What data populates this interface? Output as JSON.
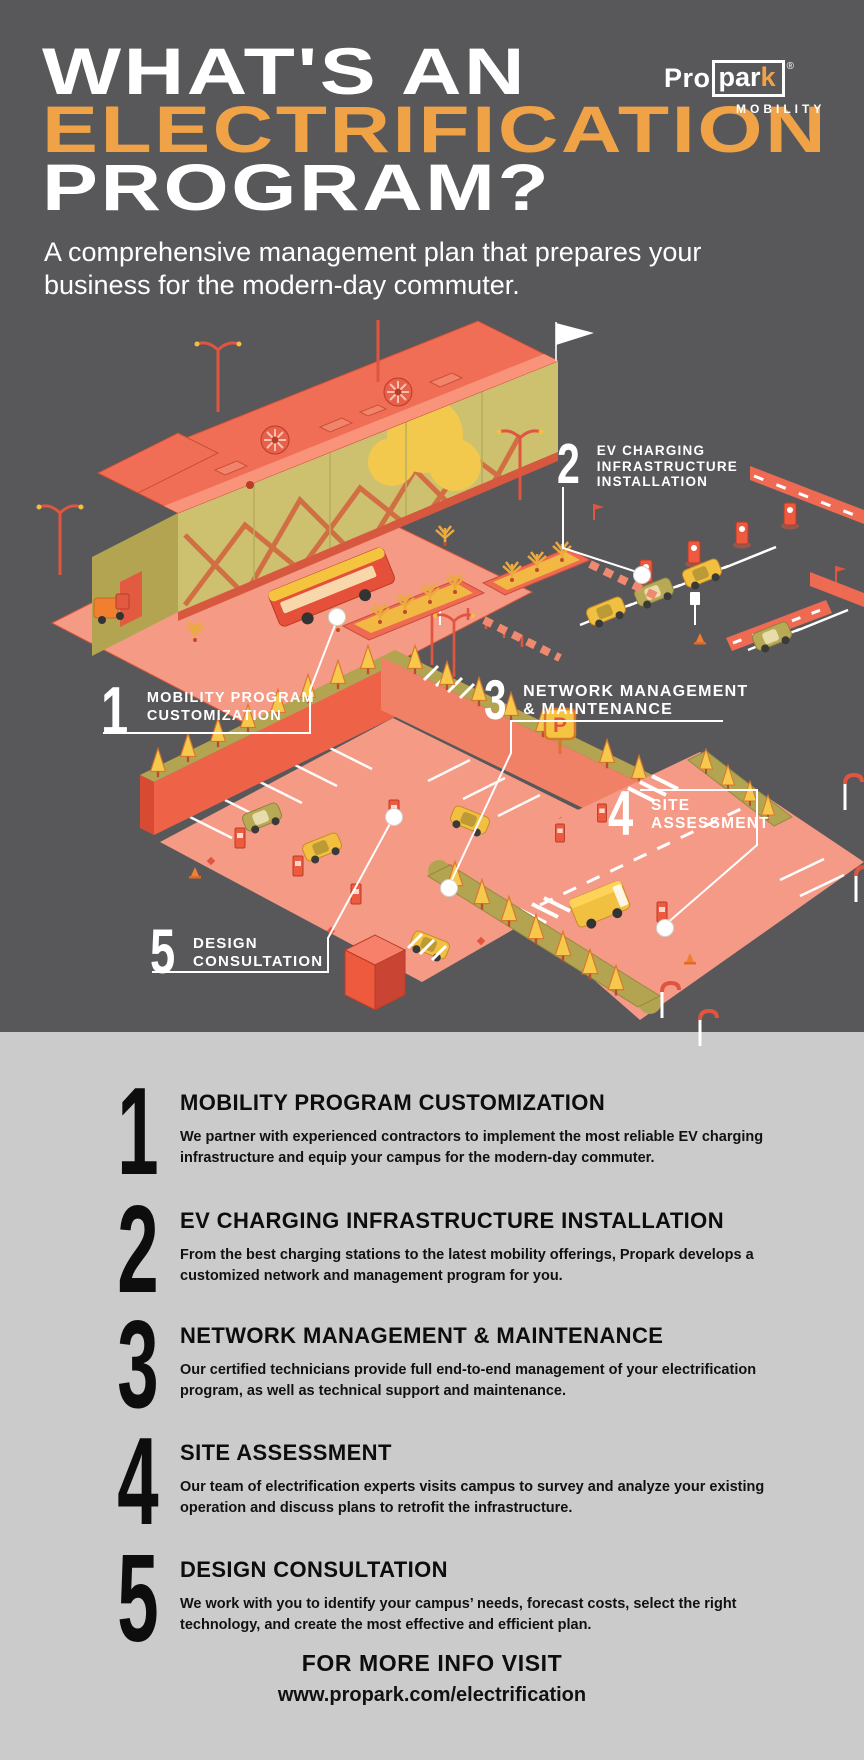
{
  "page": {
    "colors": {
      "dark_bg": "#58575a",
      "light_bg": "#cbcbcb",
      "accent_orange": "#f0a346",
      "coral": "#f59a84",
      "red": "#ee5a3e",
      "deep_red": "#d84a32",
      "olive": "#b3a452",
      "khaki": "#cdc06e",
      "yellow": "#f2c040",
      "white": "#ffffff"
    }
  },
  "header": {
    "title_line1": "WHAT'S AN",
    "title_line2": "ELECTRIFICATION",
    "title_line3": "PROGRAM?",
    "subtitle_line1": "A comprehensive management plan that prepares your",
    "subtitle_line2": "business for the modern-day commuter.",
    "logo": {
      "pro": "Pro",
      "par": "par",
      "k": "k",
      "registered": "®",
      "mobility": "MOBILITY"
    }
  },
  "callouts": [
    {
      "num": "1",
      "lines": [
        "MOBILITY PROGRAM",
        "CUSTOMIZATION"
      ]
    },
    {
      "num": "2",
      "lines": [
        "EV CHARGING",
        "INFRASTRUCTURE",
        "INSTALLATION"
      ]
    },
    {
      "num": "3",
      "lines": [
        "NETWORK MANAGEMENT",
        "& MAINTENANCE"
      ]
    },
    {
      "num": "4",
      "lines": [
        "SITE",
        "ASSESSMENT"
      ]
    },
    {
      "num": "5",
      "lines": [
        "DESIGN",
        "CONSULTATION"
      ]
    }
  ],
  "steps": [
    {
      "num": "1",
      "title": "MOBILITY PROGRAM CUSTOMIZATION",
      "body": "We partner with experienced contractors to implement the most reliable EV charging infrastructure and equip your campus for the modern-day commuter."
    },
    {
      "num": "2",
      "title": "EV CHARGING INFRASTRUCTURE INSTALLATION",
      "body": "From the best charging stations to the latest mobility offerings, Propark develops a customized network and management program for you."
    },
    {
      "num": "3",
      "title": "NETWORK MANAGEMENT & MAINTENANCE",
      "body": "Our certified technicians provide full end-to-end management of your electrification program, as well as technical support and maintenance."
    },
    {
      "num": "4",
      "title": "SITE ASSESSMENT",
      "body": "Our team of electrification experts visits campus to survey and analyze your existing operation and discuss plans to retrofit the infrastructure."
    },
    {
      "num": "5",
      "title": "DESIGN CONSULTATION",
      "body": "We work with you to identify your campus’ needs, forecast costs, select the right technology, and create the most effective and efficient plan."
    }
  ],
  "footer": {
    "line1": "FOR MORE INFO VISIT",
    "line2": "www.propark.com/electrification"
  },
  "illustration": {
    "scene": "isometric-ev-campus",
    "p_sign": "P",
    "elements": [
      "main-building",
      "rooftop-fans",
      "flag",
      "street-lamps",
      "shuttle-bus",
      "sweeper-vehicle",
      "planter-strips",
      "ev-charging-lot",
      "charging-stations",
      "parked-cars",
      "parking-garage",
      "garage-trees",
      "parking-sign",
      "charging-pillars",
      "assessment-lot",
      "delivery-van",
      "hook-lamps",
      "red-cube",
      "callout-dots",
      "leader-lines"
    ]
  }
}
